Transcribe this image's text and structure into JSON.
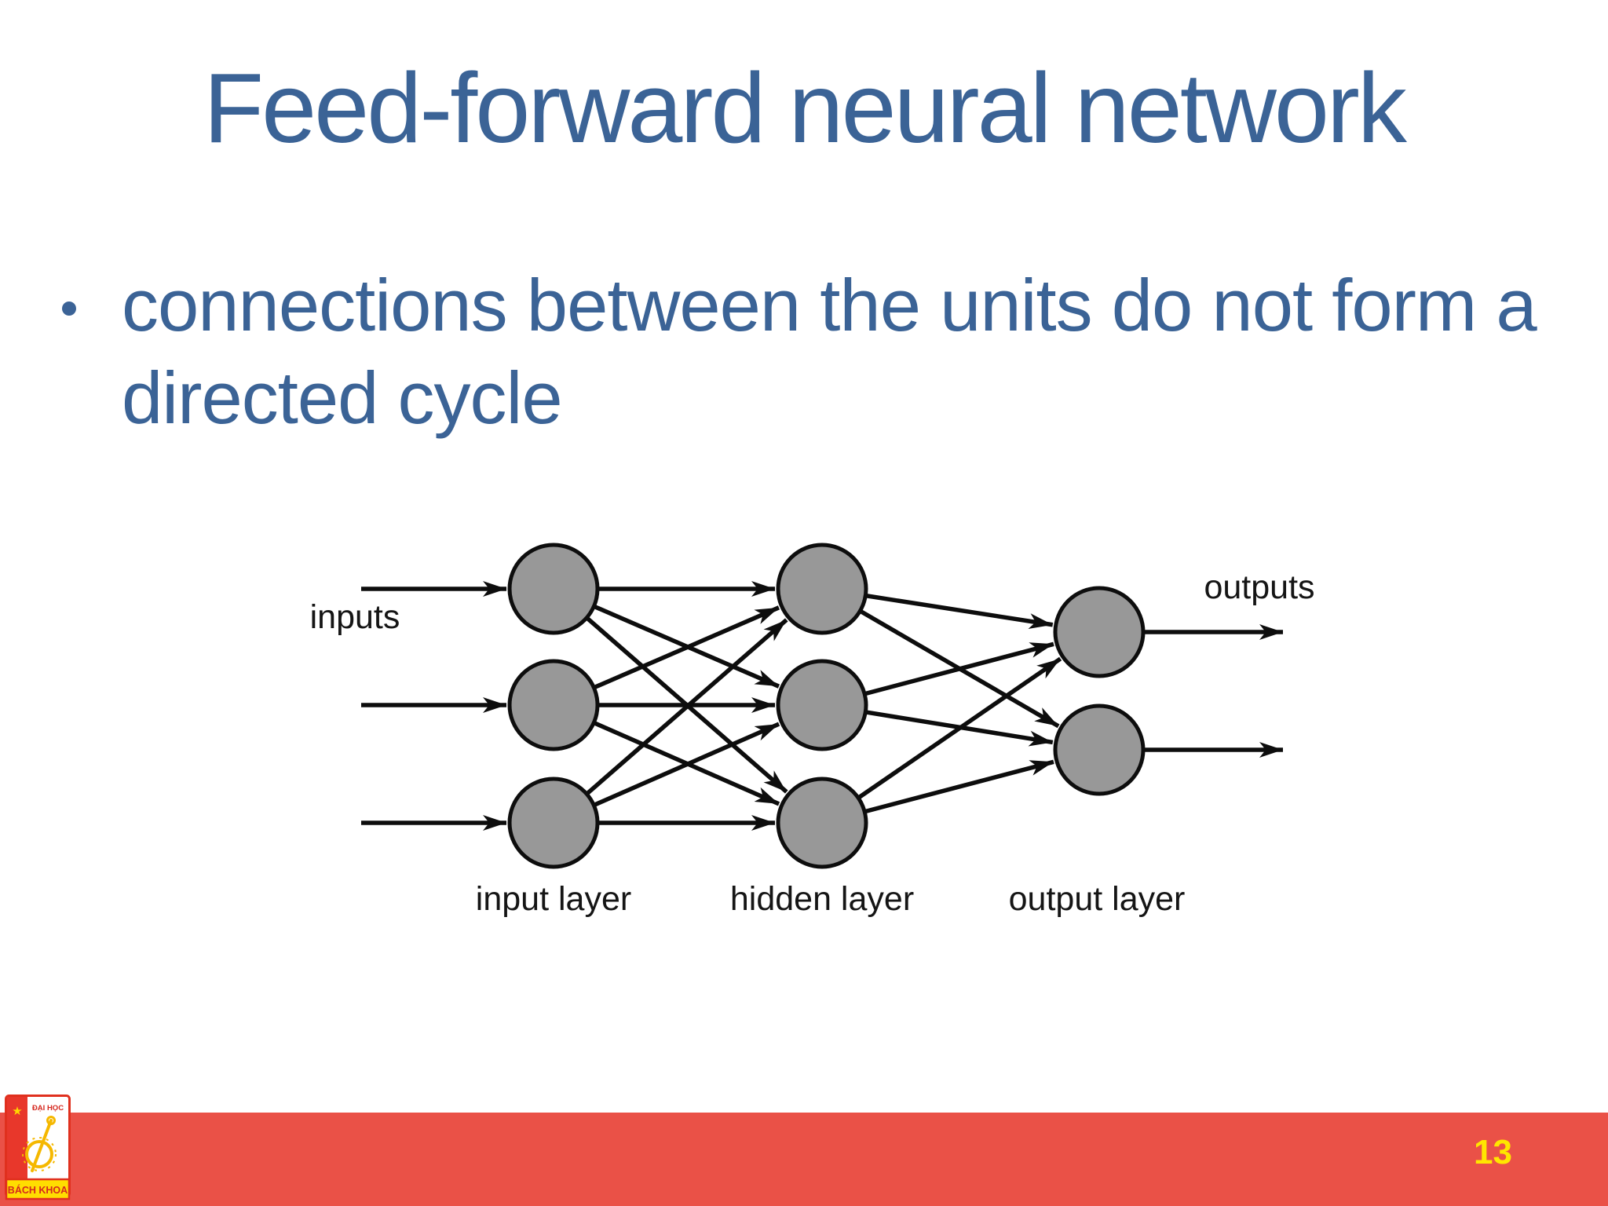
{
  "slide": {
    "title": "Feed-forward neural network",
    "bullet": {
      "lines": [
        "connections between the units do not form a",
        "directed cycle"
      ]
    },
    "page_number": "13"
  },
  "diagram": {
    "type": "feed-forward neural network",
    "labels": {
      "inputs": "inputs",
      "outputs": "outputs",
      "input_layer": "input layer",
      "hidden_layer": "hidden layer",
      "output_layer": "output layer"
    },
    "structure": {
      "input_nodes": 3,
      "hidden_nodes": 3,
      "output_nodes": 2,
      "connectivity": "every node connects to every node of the next layer"
    }
  },
  "logo": {
    "university_text": "ĐẠI HỌC",
    "school_text": "BÁCH KHOA",
    "star": "★"
  },
  "colors": {
    "heading_blue": "#3B6396",
    "footer_red": "#EA5147",
    "page_number_yellow": "#FFE600",
    "node_fill_gray": "#989898",
    "edge_black": "#0D0D0D",
    "logo_red": "#E0301E",
    "logo_yellow": "#FFD700"
  }
}
